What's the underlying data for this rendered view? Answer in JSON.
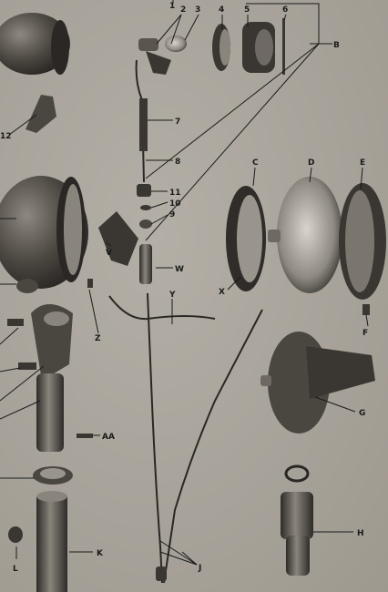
{
  "callouts": {
    "c1": "1",
    "c2": "2",
    "c3": "3",
    "c4": "4",
    "c5": "5",
    "c6": "6",
    "c7": "7",
    "c8": "8",
    "c9": "9",
    "c10": "10",
    "c11": "11",
    "c12": "12",
    "cB": "B",
    "cC": "C",
    "cD": "D",
    "cE": "E",
    "cF": "F",
    "cG": "G",
    "cH": "H",
    "cJ": "J",
    "cK": "K",
    "cL": "L",
    "cV": "V",
    "cW": "W",
    "cX": "X",
    "cY": "Y",
    "cZ": "Z",
    "cAA": "AA"
  },
  "colors": {
    "background": "#a9a49b",
    "part_dark": "#3a3733",
    "part_mid": "#6e6a63",
    "ink": "#1a1a1a"
  }
}
